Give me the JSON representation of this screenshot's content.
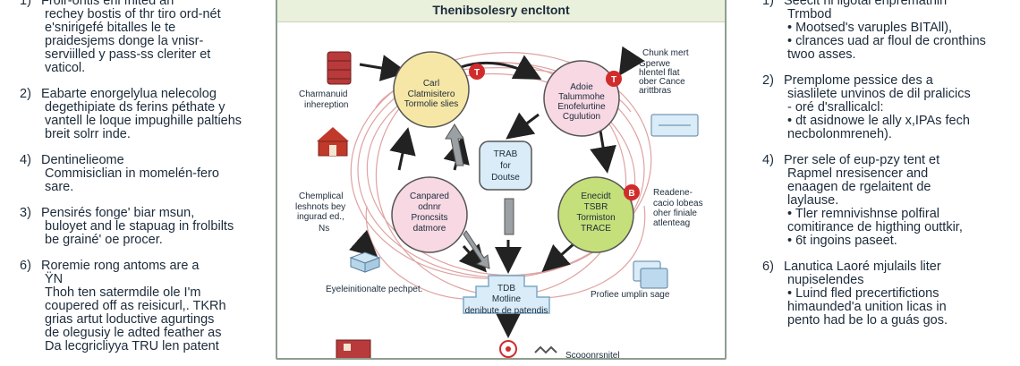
{
  "left_items": [
    {
      "num": "1)",
      "lines": [
        "Froir-ontis enl fnited an",
        "rechey bostis of thr tiro ord-nét",
        "e'snirigefé bitalles le te",
        "praidesjems donge la vnisr-",
        "serviilled y pass-ss cleriter et",
        "vaticol."
      ]
    },
    {
      "num": "2)",
      "lines": [
        "Eabarte enorgelylua nelecolog",
        "degethipiate ds ferins péthate y",
        "vantell le loque impughille paltiehs",
        "breit solrr inde."
      ]
    },
    {
      "num": "4)",
      "lines": [
        "Dentinelieome",
        "Commisiclian in momelén-fero",
        "sare."
      ]
    },
    {
      "num": "3)",
      "lines": [
        "Pensirés fonge' biar msun,",
        "buloyet and le stapuag in frolbilts",
        "be grainé' oe procer."
      ]
    },
    {
      "num": "6)",
      "lines": [
        "Roremie rong antoms are a",
        "ŸN",
        "Thoh ten satermdile ole I'm",
        "coupered off as reisicurl,. TKRh",
        "grias artut loductive agurtings",
        "de olegusiy le adted feather as",
        "Da lecgricliyya TRU len patent"
      ]
    }
  ],
  "right_items": [
    {
      "num": "1)",
      "first": "Seecit ni ligotal enpremathin",
      "lines": [
        "Trmbod",
        "• Mootsed's varuples BITAll),",
        "• clrances uad ar floul de cronthins",
        "twoo asses."
      ]
    },
    {
      "num": "2)",
      "first": "Premplome pessice des a",
      "lines": [
        "siaslilete unvinos de dil pralicics",
        "- oré d'srallicalcl:",
        "• dt asidnowe le ally x,IPAs fech",
        "necbolonmreneh)."
      ]
    },
    {
      "num": "4)",
      "first": "Prer sele of eup-pzy tent et",
      "lines": [
        "Rapmel nresisencer and",
        "enaagen de rgelaitent de",
        "laylause.",
        "• Tler remnivishnse polfiral",
        "comitirance de higthing outtkir,",
        "• 6t ingoins paseet."
      ]
    },
    {
      "num": "6)",
      "first": "Lanutica Laoré mjulails liter",
      "lines": [
        "nupiselendes",
        "• Luind fled precertifictions",
        "himaunded'a unition licas in",
        "pento had be lo a guás gos."
      ]
    }
  ],
  "diagram": {
    "title": "Thenibsolesry encltont",
    "nodes": {
      "top_left": [
        "Carl",
        "Clatmisitero",
        "Tormolie slies"
      ],
      "top_right": [
        "Adoie",
        "Talummohe",
        "Enofelurtine",
        "Cgulution"
      ],
      "center": [
        "TRAB",
        "for",
        "Doutse"
      ],
      "mid_left": [
        "Canpared",
        "odnnr",
        "Proncsits",
        "datmore"
      ],
      "mid_right": [
        "Enecidt",
        "TSBR",
        "Tormiston",
        "TRACE"
      ],
      "bottom": [
        "TDB",
        "Motline",
        "denibute de patendis"
      ]
    },
    "labels": {
      "inhereption": [
        "Charmanuid",
        "inhereption"
      ],
      "chunk": [
        "Chunk mert",
        "Gperwe",
        "hlentel flat",
        "ober Cance",
        "arittbras"
      ],
      "chemplical": [
        "Chemplical",
        "leshnots bey",
        "ingurad ed.,",
        "Ns"
      ],
      "readene": [
        "Readene-",
        "cacio lobeas",
        "oher finiale",
        "atlenteag"
      ],
      "eyeleinite": "Eyeleinitionalte pechpet.",
      "proffee": "Profiee umplin sage",
      "bottom_cut": "Scooonrsnitel"
    },
    "colors": {
      "yellow": "#f6e7a6",
      "pink": "#f7d8e3",
      "blue": "#d9ecf8",
      "green": "#c5df7a",
      "red": "#d12c2c",
      "arrow": "#222222",
      "swirl": "#d88b8b"
    }
  }
}
